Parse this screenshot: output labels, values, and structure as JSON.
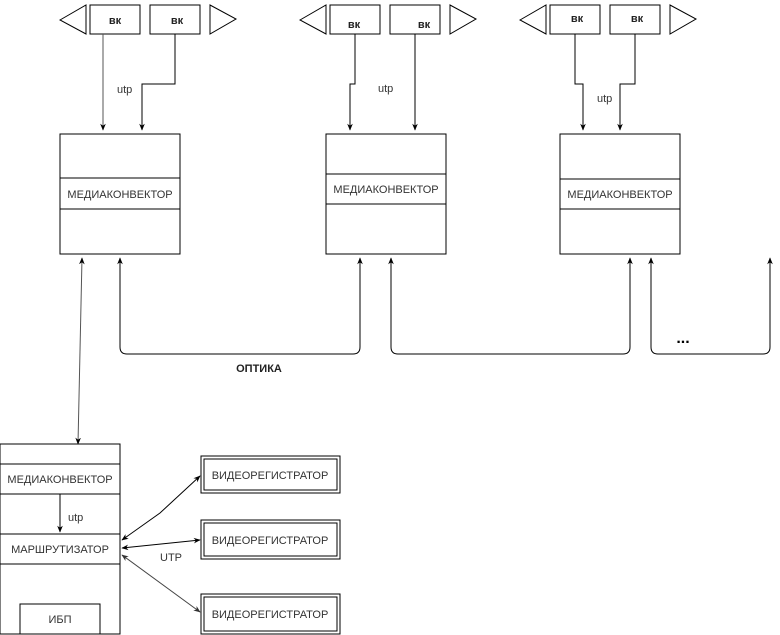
{
  "colors": {
    "stroke": "#000000",
    "text": "#333333",
    "background": "#ffffff"
  },
  "camera_groups": [
    {
      "cam_left": "вк",
      "cam_right": "вк",
      "link_label": "utp",
      "converter": "МЕДИАКОНВЕКТОР"
    },
    {
      "cam_left": "вк",
      "cam_right": "вк",
      "link_label": "utp",
      "converter": "МЕДИАКОНВЕКТОР"
    },
    {
      "cam_left": "вк",
      "cam_right": "вк",
      "link_label": "utp",
      "converter": "МЕДИАКОНВЕКТОР"
    }
  ],
  "optics_label": "ОПТИКА",
  "continuation": "...",
  "rack": {
    "converter": "МЕДИАКОНВЕКТОР",
    "link_label": "utp",
    "router": "МАРШРУТИЗАТОР",
    "ups": "ИБП"
  },
  "router_link_label": "UTP",
  "recorders": [
    "ВИДЕОРЕГИСТРАТОР",
    "ВИДЕОРЕГИСТРАТОР",
    "ВИДЕОРЕГИСТРАТОР"
  ]
}
